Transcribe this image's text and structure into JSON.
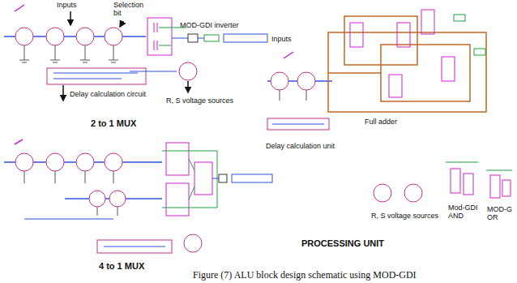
{
  "diagram": {
    "caption": "Figure (7) ALU block design schematic using MOD-GDI",
    "labels": [
      "Inputs",
      "Selection bit",
      "MOD-GDI inverter",
      "Delay calculation circuit",
      "R, S voltage sources",
      "2 to 1 MUX",
      "4 to 1 MUX",
      "Inputs",
      "Delay calculation unit",
      "Full adder",
      "R, S voltage sources",
      "Mod-GDI AND",
      "MOD-G OR",
      "PROCESSING UNIT"
    ]
  }
}
